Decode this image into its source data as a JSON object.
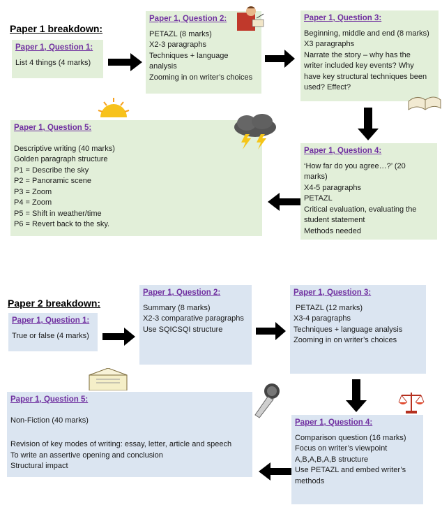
{
  "paper1": {
    "heading": "Paper 1 breakdown:",
    "q1": {
      "title": "Paper 1, Question 1:",
      "lines": [
        "List 4 things (4 marks)"
      ]
    },
    "q2": {
      "title": "Paper 1, Question 2:",
      "lines": [
        "PETAZL (8 marks)",
        "X2-3 paragraphs",
        "Techniques + language",
        "analysis",
        "Zooming in on writer’s choices"
      ]
    },
    "q3": {
      "title": "Paper 1, Question 3:",
      "lines": [
        "Beginning, middle and end (8 marks)",
        "X3 paragraphs",
        "Narrate the story – why has the",
        "writer included key events? Why",
        "have key structural techniques been",
        "used? Effect?"
      ]
    },
    "q4": {
      "title": "Paper 1, Question 4:",
      "lines": [
        "‘How far do you agree…?’ (20",
        "marks)",
        "X4-5 paragraphs",
        "PETAZL",
        "Critical evaluation, evaluating the",
        "student statement",
        "Methods needed"
      ]
    },
    "q5": {
      "title": "Paper 1, Question 5:",
      "lines": [
        "Descriptive writing (40 marks)",
        "Golden paragraph structure",
        "P1 = Describe the sky",
        "P2 = Panoramic scene",
        "P3 = Zoom",
        "P4 = Zoom",
        "P5 = Shift in weather/time",
        "P6 = Revert back to the sky."
      ]
    }
  },
  "paper2": {
    "heading": "Paper 2 breakdown:",
    "q1": {
      "title": "Paper 1, Question 1:",
      "lines": [
        "True or false (4 marks)"
      ]
    },
    "q2": {
      "title": "Paper 1, Question 2:",
      "lines": [
        "Summary (8 marks)",
        "X2-3 comparative paragraphs",
        "Use SQICSQI structure"
      ]
    },
    "q3": {
      "title": "Paper 1, Question 3:",
      "lines": [
        " PETAZL (12 marks)",
        "X3-4 paragraphs",
        "Techniques + language analysis",
        "Zooming in on writer’s choices"
      ]
    },
    "q4": {
      "title": "Paper 1, Question 4:",
      "lines": [
        "Comparison question (16 marks)",
        "Focus on writer’s viewpoint",
        "A,B,A,B,A,B structure",
        "Use PETAZL and embed writer’s",
        "methods"
      ]
    },
    "q5": {
      "title": "Paper 1, Question 5:",
      "lines": [
        "Non-Fiction (40 marks)",
        "",
        "Revision of key modes of writing: essay, letter, article and speech",
        "To write an assertive opening and conclusion",
        "Structural impact"
      ]
    }
  },
  "colors": {
    "green_box": "#e2efd9",
    "blue_box": "#dbe5f1",
    "title_purple": "#7030a0"
  }
}
